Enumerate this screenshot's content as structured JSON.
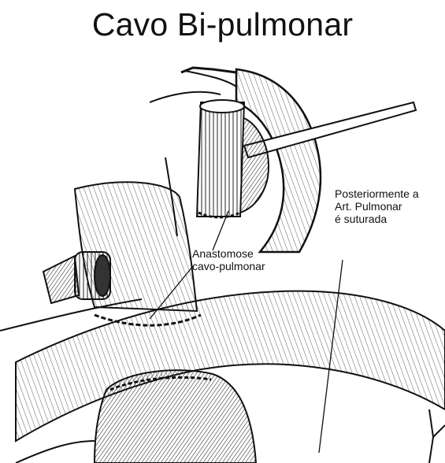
{
  "title": "Cavo Bi-pulmonar",
  "labels": {
    "posterior": {
      "line1": "Posteriormente a",
      "line2": "Art. Pulmonar",
      "line3": "é suturada"
    },
    "anastomose": {
      "line1": "Anastomose",
      "line2": "cavo-pulmonar"
    }
  },
  "colors": {
    "ink": "#111111",
    "background": "#ffffff"
  }
}
